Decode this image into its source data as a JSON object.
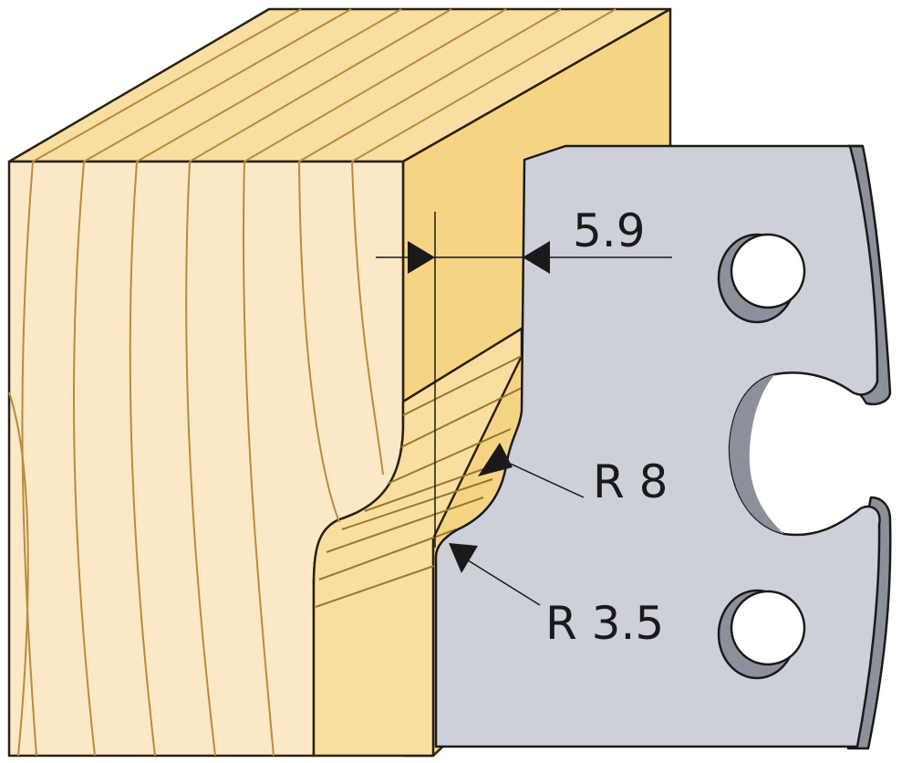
{
  "labels": {
    "width_dim": "5.9",
    "radius_top": "R 8",
    "radius_bottom": "R 3.5"
  },
  "colors": {
    "wood_front": "#fbe8c6",
    "wood_side": "#f5d584",
    "wood_top": "#f9dea1",
    "wood_cut": "#f8df9f",
    "grain": "#b88b3d",
    "knife_face": "#cdd0d8",
    "knife_edge": "#8c909a",
    "outline": "#1a1a1a"
  }
}
